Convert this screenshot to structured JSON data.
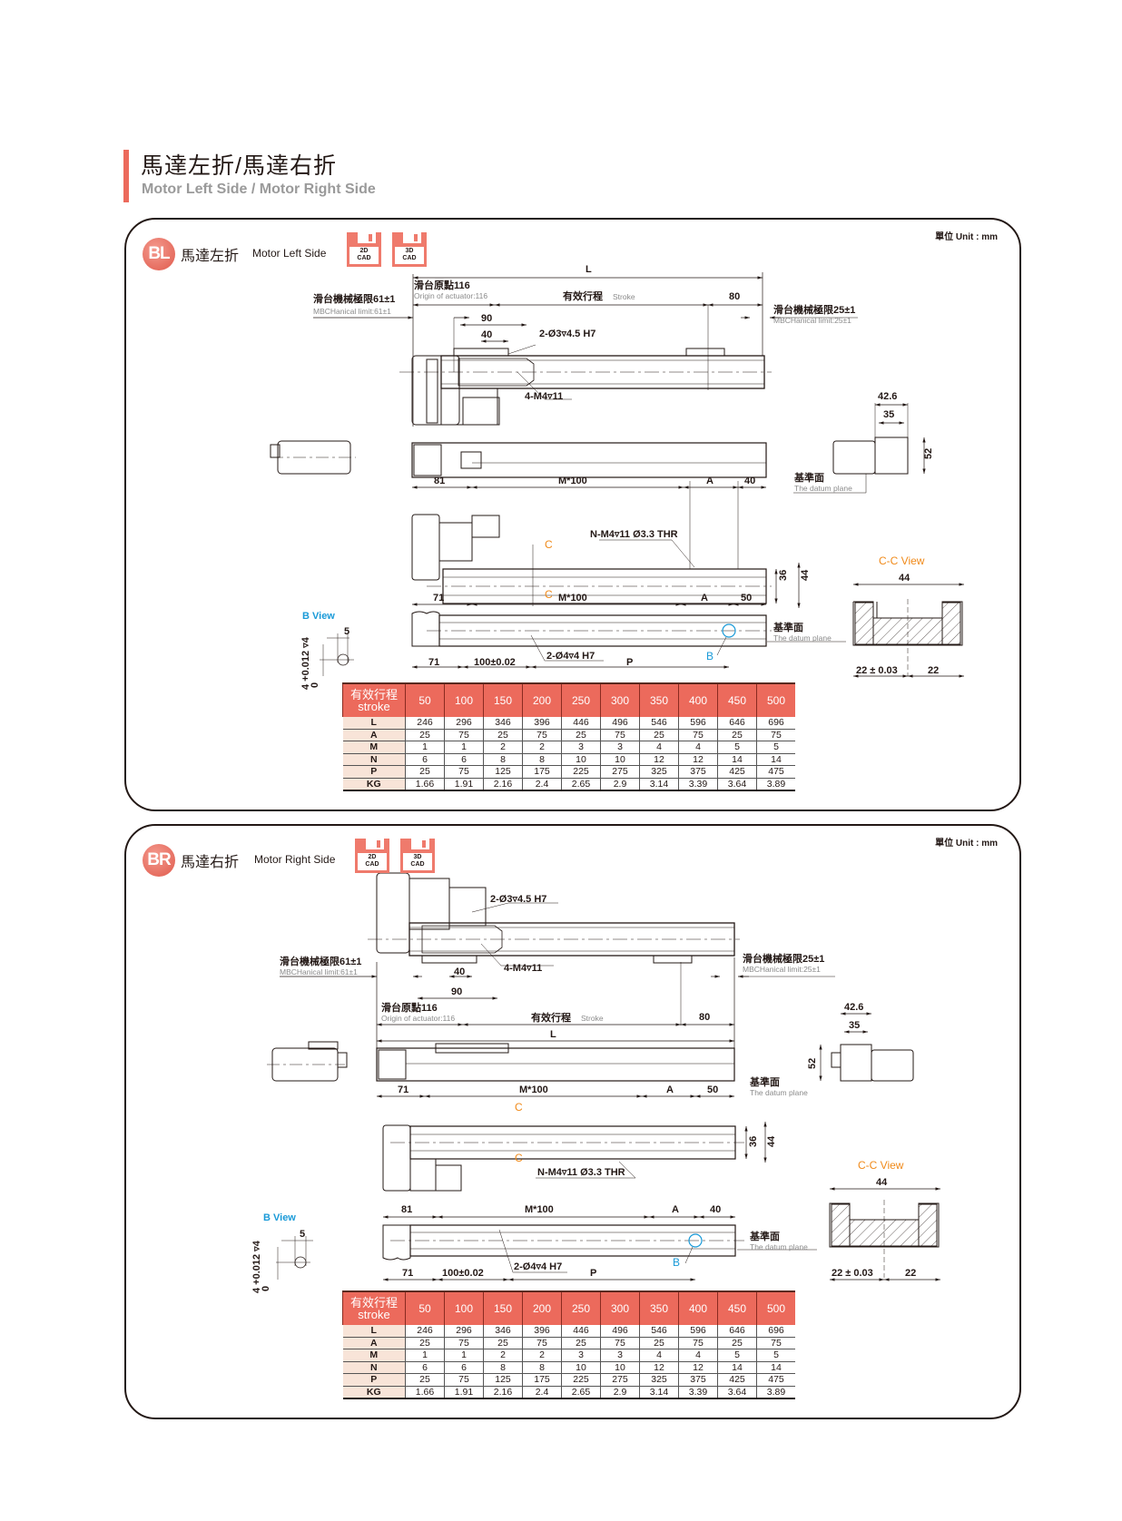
{
  "page": {
    "title_zh": "馬達左折/馬達右折",
    "title_en": "Motor Left Side / Motor Right Side",
    "accent_color": "#ec6a5c"
  },
  "sections": [
    {
      "id": "BL",
      "badge": "BL",
      "name_zh": "馬達左折",
      "name_en": "Motor Left Side",
      "unit": "單位 Unit : mm",
      "cad": [
        {
          "top": "2D",
          "bottom": "CAD"
        },
        {
          "top": "3D",
          "bottom": "CAD"
        }
      ],
      "labels": {
        "L": "L",
        "origin_zh": "滑台原點116",
        "origin_en": "Origin of actuator:116",
        "stroke_zh": "有效行程",
        "stroke_en": "Stroke",
        "d80": "80",
        "limit_left_zh": "滑台機械極限61±1",
        "limit_left_en": "MBCHanical limit:61±1",
        "limit_right_zh": "滑台機械極限25±1",
        "limit_right_en": "MBCHanical limit:25±1",
        "d90": "90",
        "d40": "40",
        "hole1": "2-Ø3▿4.5 H7",
        "tap1": "4-M4▿11",
        "d42_6": "42.6",
        "d35": "35",
        "d52": "52",
        "datum_zh": "基準面",
        "datum_en": "The datum plane",
        "d81": "81",
        "m100": "M*100",
        "A": "A",
        "d40b": "40",
        "tapN": "N-M4▿11 Ø3.3 THR",
        "C": "C",
        "d36": "36",
        "d44": "44",
        "cc_view": "C-C View",
        "d44b": "44",
        "d71": "71",
        "d50": "50",
        "b_view": "B View",
        "d5": "5",
        "tol": "4 +0.012 ▿4",
        "tol0": "0",
        "d100": "100±0.02",
        "hole2": "2-Ø4▿4 H7",
        "P": "P",
        "B": "B",
        "d22a": "22 ± 0.03",
        "d22b": "22"
      },
      "table": {
        "header_zh": "有效行程",
        "header_en": "stroke",
        "strokes": [
          "50",
          "100",
          "150",
          "200",
          "250",
          "300",
          "350",
          "400",
          "450",
          "500"
        ],
        "rows": [
          {
            "label": "L",
            "values": [
              "246",
              "296",
              "346",
              "396",
              "446",
              "496",
              "546",
              "596",
              "646",
              "696"
            ]
          },
          {
            "label": "A",
            "values": [
              "25",
              "75",
              "25",
              "75",
              "25",
              "75",
              "25",
              "75",
              "25",
              "75"
            ]
          },
          {
            "label": "M",
            "values": [
              "1",
              "1",
              "2",
              "2",
              "3",
              "3",
              "4",
              "4",
              "5",
              "5"
            ]
          },
          {
            "label": "N",
            "values": [
              "6",
              "6",
              "8",
              "8",
              "10",
              "10",
              "12",
              "12",
              "14",
              "14"
            ]
          },
          {
            "label": "P",
            "values": [
              "25",
              "75",
              "125",
              "175",
              "225",
              "275",
              "325",
              "375",
              "425",
              "475"
            ]
          },
          {
            "label": "KG",
            "values": [
              "1.66",
              "1.91",
              "2.16",
              "2.4",
              "2.65",
              "2.9",
              "3.14",
              "3.39",
              "3.64",
              "3.89"
            ]
          }
        ]
      }
    },
    {
      "id": "BR",
      "badge": "BR",
      "name_zh": "馬達右折",
      "name_en": "Motor Right Side",
      "unit": "單位 Unit : mm",
      "cad": [
        {
          "top": "2D",
          "bottom": "CAD"
        },
        {
          "top": "3D",
          "bottom": "CAD"
        }
      ],
      "labels": {
        "L": "L",
        "origin_zh": "滑台原點116",
        "origin_en": "Origin of actuator:116",
        "stroke_zh": "有效行程",
        "stroke_en": "Stroke",
        "d80": "80",
        "limit_left_zh": "滑台機械極限61±1",
        "limit_left_en": "MBCHanical limit:61±1",
        "limit_right_zh": "滑台機械極限25±1",
        "limit_right_en": "MBCHanical limit:25±1",
        "d90": "90",
        "d40": "40",
        "hole1": "2-Ø3▿4.5 H7",
        "tap1": "4-M4▿11",
        "d42_6": "42.6",
        "d35": "35",
        "d52": "52",
        "datum_zh": "基準面",
        "datum_en": "The datum plane",
        "d81": "81",
        "m100": "M*100",
        "A": "A",
        "d40b": "40",
        "tapN": "N-M4▿11 Ø3.3 THR",
        "C": "C",
        "d36": "36",
        "d44": "44",
        "cc_view": "C-C View",
        "d44b": "44",
        "d71": "71",
        "d50": "50",
        "b_view": "B View",
        "d5": "5",
        "tol": "4 +0.012 ▿4",
        "tol0": "0",
        "d100": "100±0.02",
        "hole2": "2-Ø4▿4 H7",
        "P": "P",
        "B": "B",
        "d22a": "22 ± 0.03",
        "d22b": "22"
      },
      "table": {
        "header_zh": "有效行程",
        "header_en": "stroke",
        "strokes": [
          "50",
          "100",
          "150",
          "200",
          "250",
          "300",
          "350",
          "400",
          "450",
          "500"
        ],
        "rows": [
          {
            "label": "L",
            "values": [
              "246",
              "296",
              "346",
              "396",
              "446",
              "496",
              "546",
              "596",
              "646",
              "696"
            ]
          },
          {
            "label": "A",
            "values": [
              "25",
              "75",
              "25",
              "75",
              "25",
              "75",
              "25",
              "75",
              "25",
              "75"
            ]
          },
          {
            "label": "M",
            "values": [
              "1",
              "1",
              "2",
              "2",
              "3",
              "3",
              "4",
              "4",
              "5",
              "5"
            ]
          },
          {
            "label": "N",
            "values": [
              "6",
              "6",
              "8",
              "8",
              "10",
              "10",
              "12",
              "12",
              "14",
              "14"
            ]
          },
          {
            "label": "P",
            "values": [
              "25",
              "75",
              "125",
              "175",
              "225",
              "275",
              "325",
              "375",
              "425",
              "475"
            ]
          },
          {
            "label": "KG",
            "values": [
              "1.66",
              "1.91",
              "2.16",
              "2.4",
              "2.65",
              "2.9",
              "3.14",
              "3.39",
              "3.64",
              "3.89"
            ]
          }
        ]
      }
    }
  ]
}
